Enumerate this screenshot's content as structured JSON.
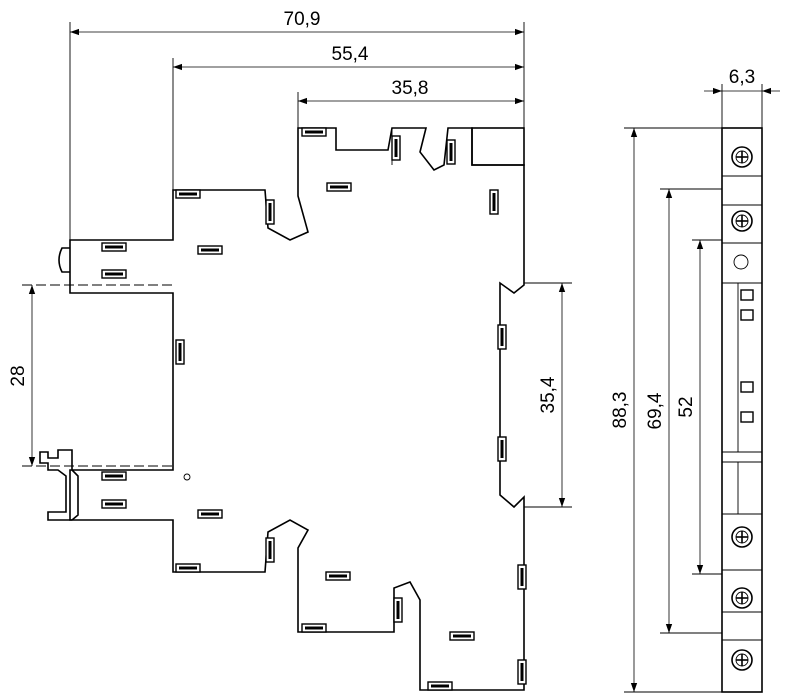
{
  "dimensions": {
    "width_total": "70,9",
    "width_mid": "55,4",
    "width_inner": "35,8",
    "height_left": "28",
    "height_right": "35,4",
    "side_width": "6,3",
    "side_h1": "88,3",
    "side_h2": "69,4",
    "side_h3": "52"
  }
}
